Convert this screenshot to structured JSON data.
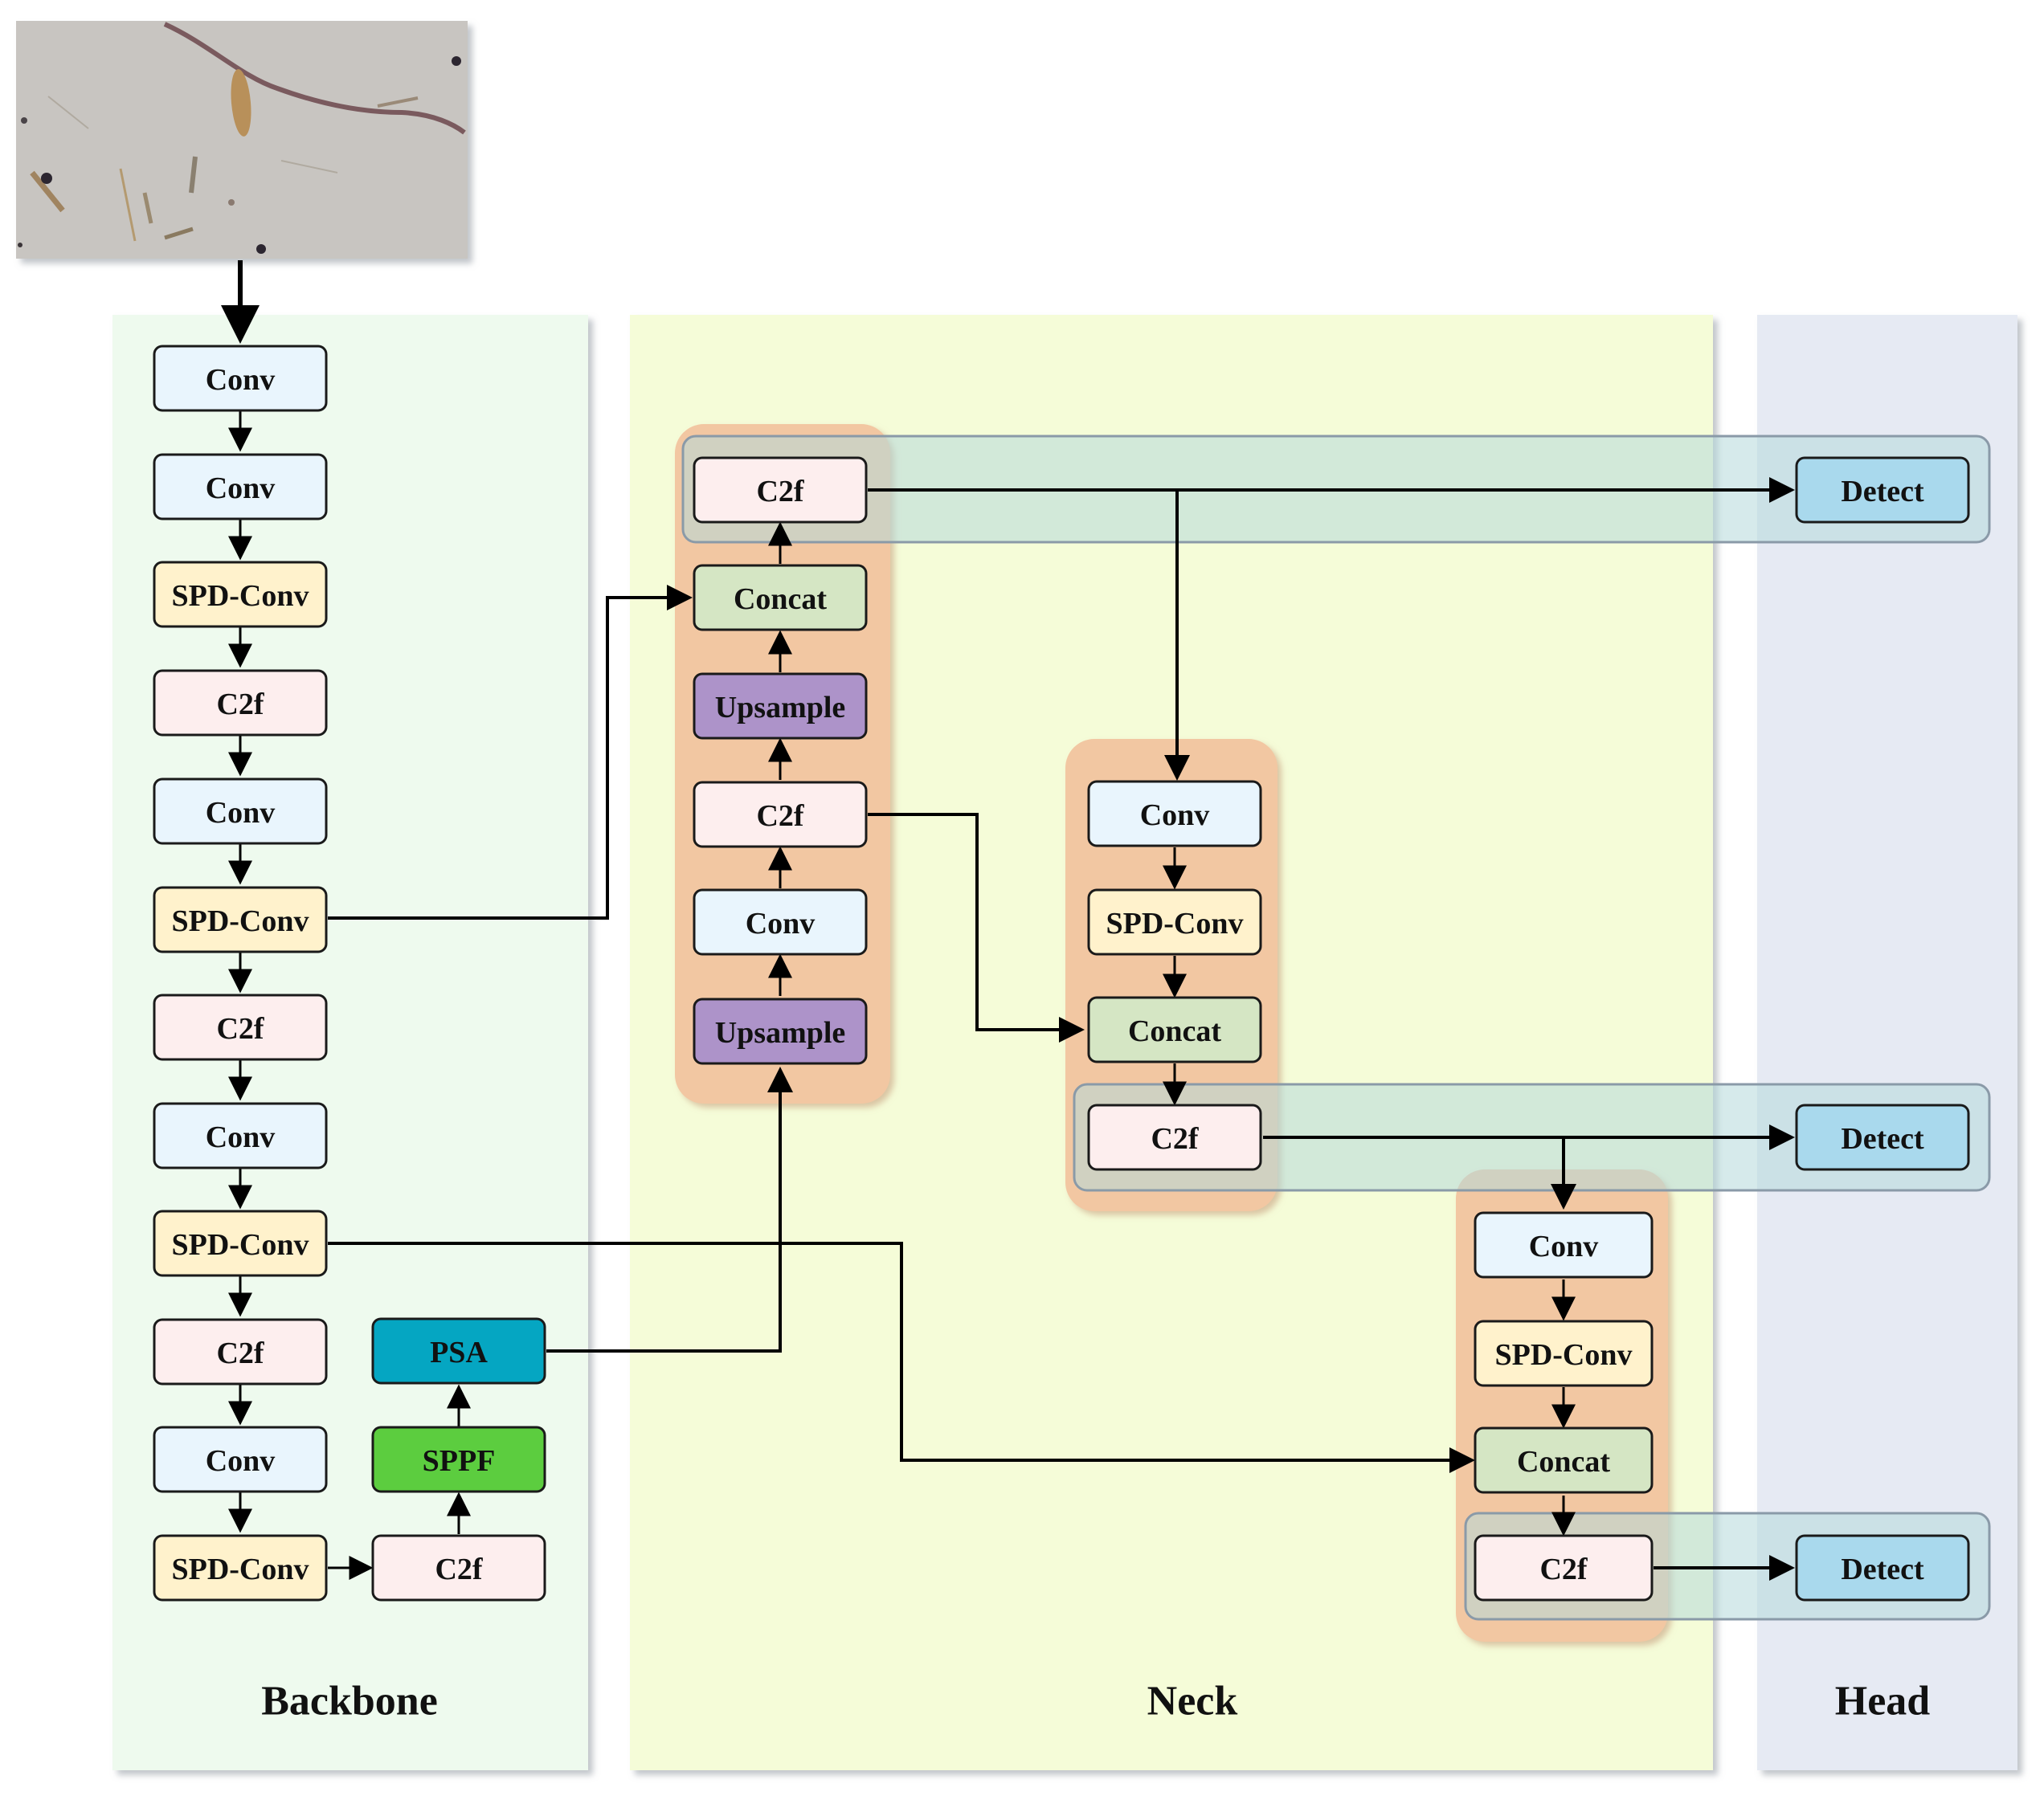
{
  "sections": {
    "backbone": "Backbone",
    "neck": "Neck",
    "head": "Head"
  },
  "colors": {
    "conv": "#e9f5fd",
    "spd_conv": "#fff2cc",
    "c2f": "#fdeeee",
    "concat": "#d5e6c4",
    "upsample": "#ad93c9",
    "psa": "#05a6c2",
    "sppf": "#5ccd3f",
    "detect": "#a9d9ed",
    "backbone_bg": "#eefaee",
    "neck_bg": "#f5fcd8",
    "head_bg": "#e6eaf3",
    "group_bg": "#f2c7a2",
    "highlight_band": "#b5d9da"
  },
  "input_image": {
    "name": "microscope-sample-image"
  },
  "backbone": {
    "nodes": [
      {
        "label": "Conv",
        "type": "conv"
      },
      {
        "label": "Conv",
        "type": "conv"
      },
      {
        "label": "SPD-Conv",
        "type": "spd_conv"
      },
      {
        "label": "C2f",
        "type": "c2f"
      },
      {
        "label": "Conv",
        "type": "conv"
      },
      {
        "label": "SPD-Conv",
        "type": "spd_conv"
      },
      {
        "label": "C2f",
        "type": "c2f"
      },
      {
        "label": "Conv",
        "type": "conv"
      },
      {
        "label": "SPD-Conv",
        "type": "spd_conv"
      },
      {
        "label": "C2f",
        "type": "c2f"
      },
      {
        "label": "Conv",
        "type": "conv"
      },
      {
        "label": "SPD-Conv",
        "type": "spd_conv"
      }
    ],
    "side": [
      {
        "label": "PSA",
        "type": "psa"
      },
      {
        "label": "SPPF",
        "type": "sppf"
      },
      {
        "label": "C2f",
        "type": "c2f"
      }
    ]
  },
  "neck": {
    "col1": [
      {
        "label": "C2f",
        "type": "c2f"
      },
      {
        "label": "Concat",
        "type": "concat"
      },
      {
        "label": "Upsample",
        "type": "upsample"
      },
      {
        "label": "C2f",
        "type": "c2f"
      },
      {
        "label": "Conv",
        "type": "conv"
      },
      {
        "label": "Upsample",
        "type": "upsample"
      }
    ],
    "col2": [
      {
        "label": "Conv",
        "type": "conv"
      },
      {
        "label": "SPD-Conv",
        "type": "spd_conv"
      },
      {
        "label": "Concat",
        "type": "concat"
      },
      {
        "label": "C2f",
        "type": "c2f"
      }
    ],
    "col3": [
      {
        "label": "Conv",
        "type": "conv"
      },
      {
        "label": "SPD-Conv",
        "type": "spd_conv"
      },
      {
        "label": "Concat",
        "type": "concat"
      },
      {
        "label": "C2f",
        "type": "c2f"
      }
    ]
  },
  "head": {
    "nodes": [
      {
        "label": "Detect",
        "type": "detect"
      },
      {
        "label": "Detect",
        "type": "detect"
      },
      {
        "label": "Detect",
        "type": "detect"
      }
    ]
  }
}
